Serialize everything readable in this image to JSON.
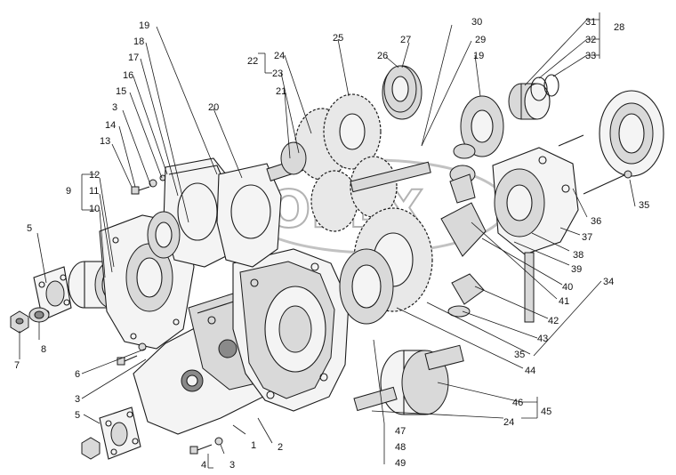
{
  "watermark": "OPEX",
  "labels": [
    "1",
    "2",
    "3",
    "3",
    "3",
    "4",
    "5",
    "5",
    "6",
    "7",
    "8",
    "9",
    "10",
    "11",
    "12",
    "13",
    "14",
    "15",
    "16",
    "17",
    "18",
    "19",
    "19",
    "20",
    "21",
    "22",
    "23",
    "24",
    "24",
    "25",
    "26",
    "27",
    "28",
    "29",
    "30",
    "31",
    "32",
    "33",
    "34",
    "35",
    "35",
    "36",
    "37",
    "38",
    "39",
    "40",
    "41",
    "42",
    "43",
    "44",
    "45",
    "46",
    "47",
    "48",
    "49"
  ]
}
